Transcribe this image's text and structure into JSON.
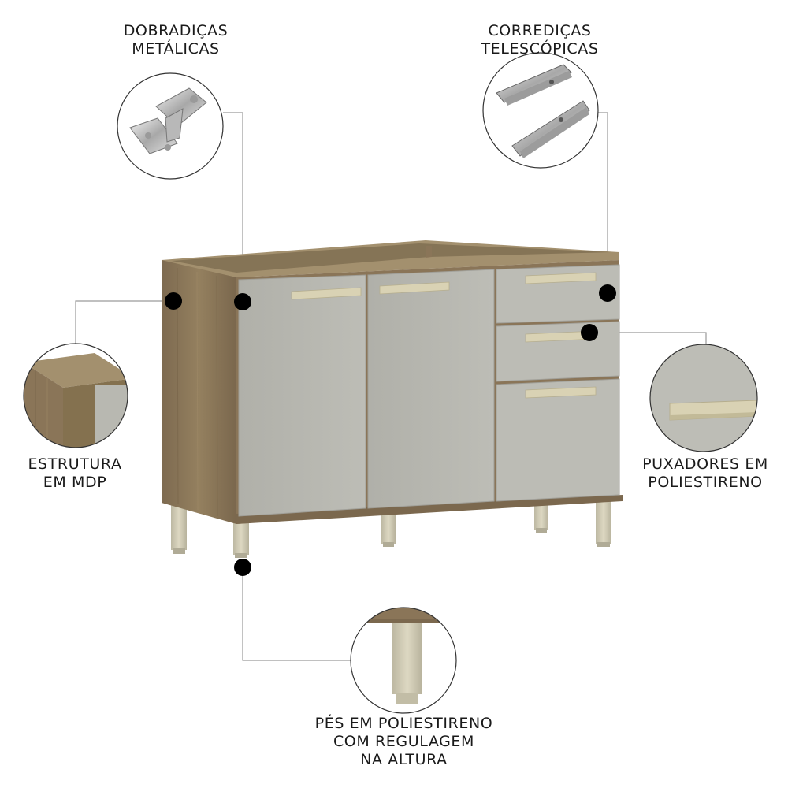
{
  "callouts": {
    "hinges": {
      "lines": [
        "DOBRADIÇAS",
        "METÁLICAS"
      ],
      "icon": "hinge-icon"
    },
    "slides": {
      "lines": [
        "CORREDIÇAS",
        "TELESCÓPICAS"
      ],
      "icon": "drawer-slide-icon"
    },
    "structure": {
      "lines": [
        "ESTRUTURA",
        "EM MDP"
      ],
      "icon": "mdp-board-icon"
    },
    "handles": {
      "lines": [
        "PUXADORES EM",
        "POLIESTIRENO"
      ],
      "icon": "handle-icon"
    },
    "feet": {
      "lines": [
        "PÉS EM POLIESTIRENO",
        "COM REGULAGEM",
        "NA ALTURA"
      ],
      "icon": "adjustable-foot-icon"
    }
  },
  "colors": {
    "wood": "#8a7558",
    "wood_dark": "#6f5d45",
    "door": "#b4b4ad",
    "door_light": "#c2c2bb",
    "handle": "#d9d2b4",
    "foot": "#cdc8b2",
    "line": "#9a9a9a",
    "dot": "#000000"
  }
}
